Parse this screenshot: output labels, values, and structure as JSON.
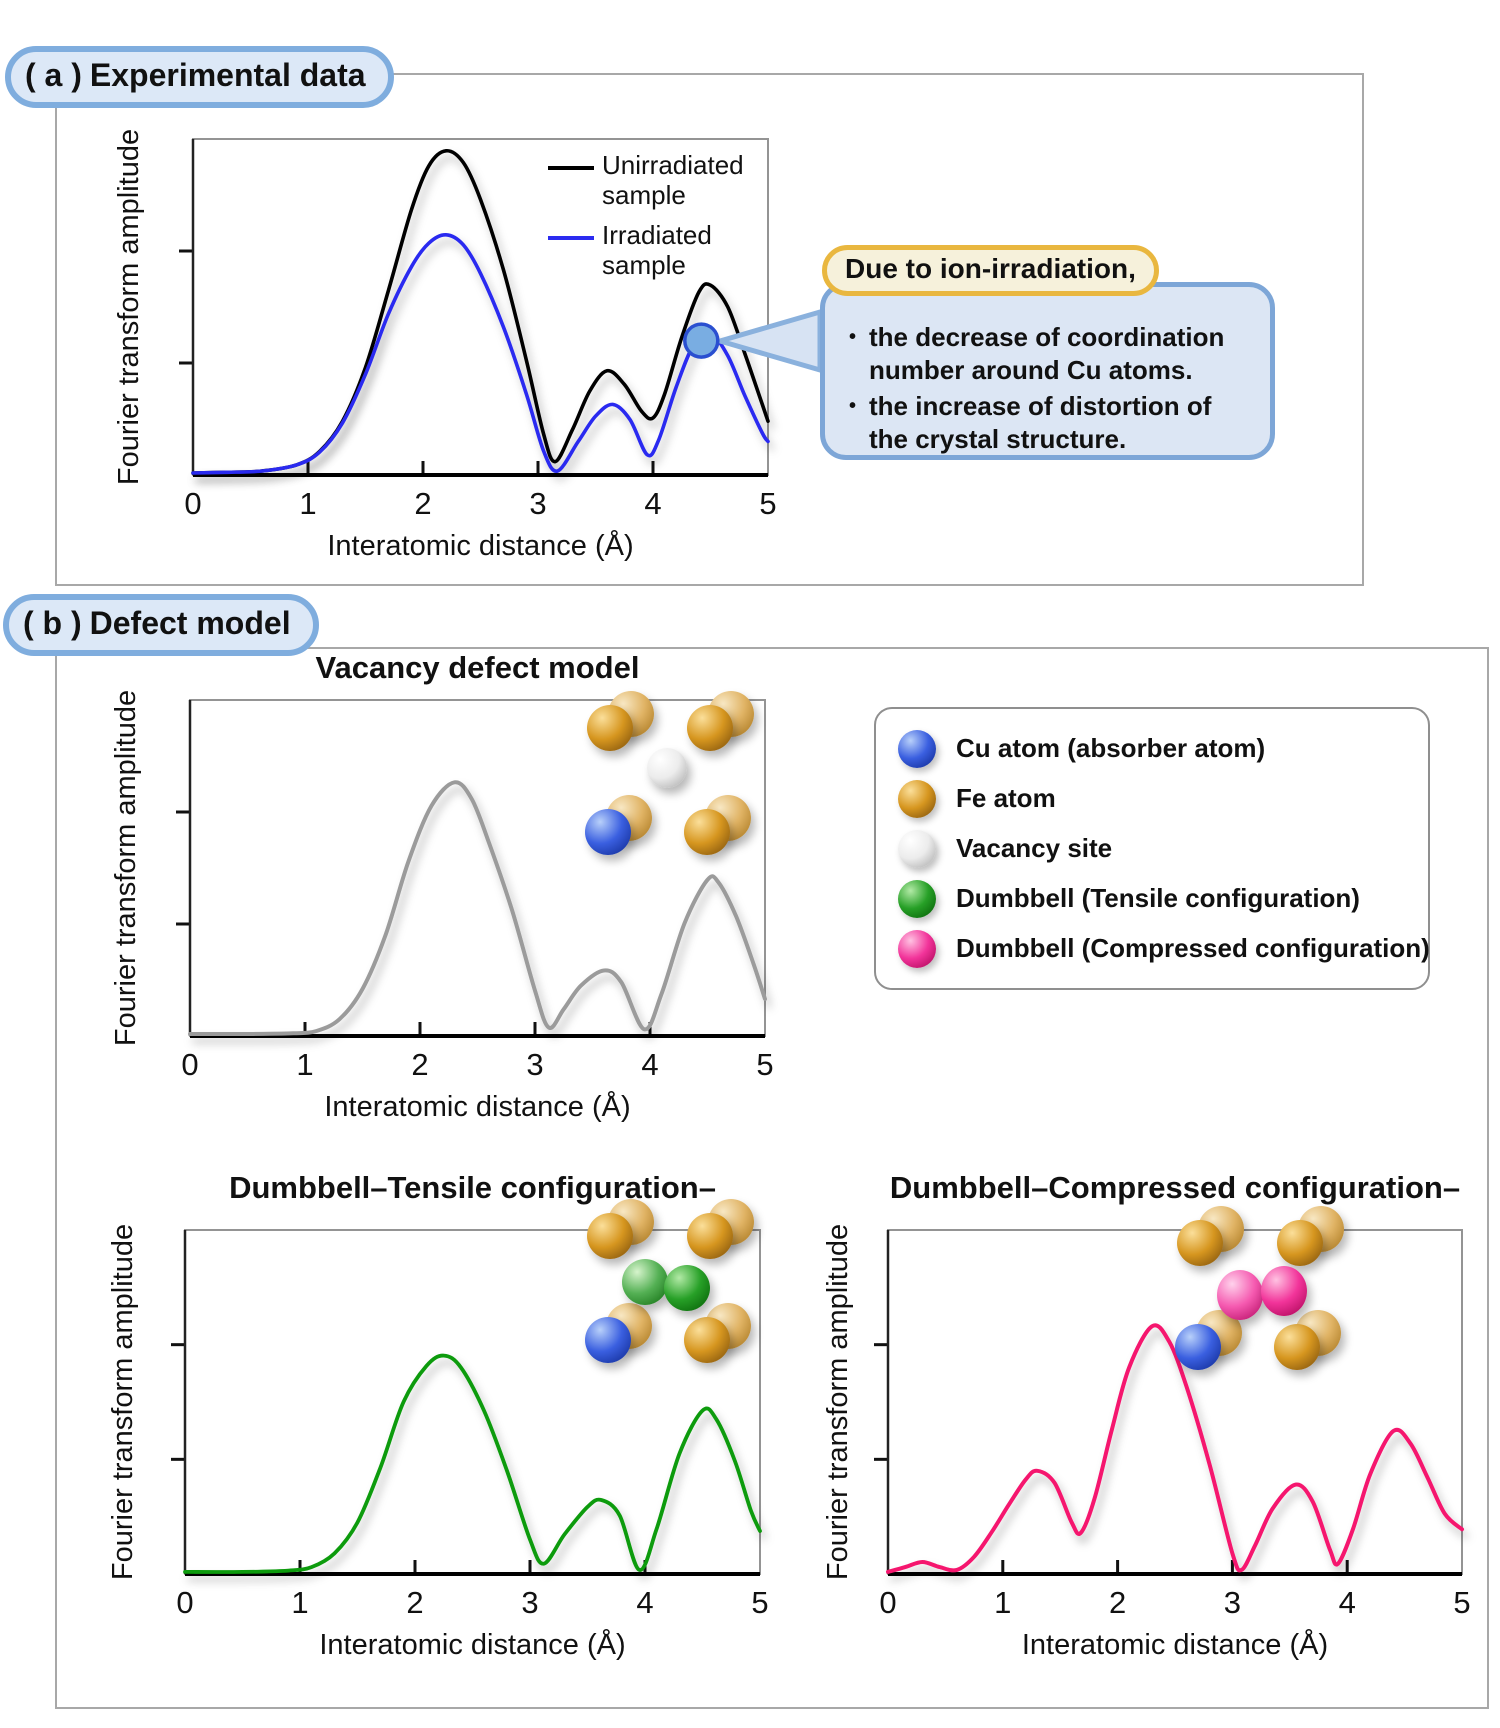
{
  "panel_a": {
    "tag": "( a )",
    "title": "Experimental data"
  },
  "panel_b": {
    "tag": "( b )",
    "title": "Defect model"
  },
  "callout": {
    "header": "Due to ion-irradiation,",
    "bullet1": "the decrease of coordination number around Cu atoms.",
    "bullet2": "the increase of distortion of the crystal structure."
  },
  "legend_b": {
    "items": [
      {
        "icon": "cu-atom-ball",
        "label": "Cu atom (absorber atom)",
        "ball": "cu"
      },
      {
        "icon": "fe-atom-ball",
        "label": "Fe atom",
        "ball": "fe_front"
      },
      {
        "icon": "vacancy-ball",
        "label": "Vacancy site",
        "ball": "vacancy"
      },
      {
        "icon": "tensile-dumbbell-ball",
        "label": "Dumbbell (Tensile configuration)",
        "ball": "green_dark"
      },
      {
        "icon": "compressed-dumbbell-ball",
        "label": "Dumbbell (Compressed configuration)",
        "ball": "pink"
      }
    ]
  },
  "chart_data": [
    {
      "id": "experimental",
      "type": "line",
      "title": "",
      "xlabel": "Interatomic distance (Å)",
      "ylabel": "Fourier transform amplitude",
      "xlim": [
        0,
        5
      ],
      "ylim": [
        0,
        1
      ],
      "x_ticks": [
        0,
        1,
        2,
        3,
        4,
        5
      ],
      "grid": false,
      "legend_position": "upper-right-inside",
      "series": [
        {
          "name": "Unirradiated sample",
          "name_lines": [
            "Unirradiated",
            "sample"
          ],
          "color": "#000000",
          "points": [
            [
              0,
              0.006
            ],
            [
              0.3,
              0.008
            ],
            [
              0.6,
              0.012
            ],
            [
              0.9,
              0.03
            ],
            [
              1.1,
              0.07
            ],
            [
              1.3,
              0.16
            ],
            [
              1.5,
              0.32
            ],
            [
              1.7,
              0.55
            ],
            [
              1.9,
              0.79
            ],
            [
              2.05,
              0.92
            ],
            [
              2.2,
              0.965
            ],
            [
              2.35,
              0.93
            ],
            [
              2.5,
              0.82
            ],
            [
              2.7,
              0.61
            ],
            [
              2.9,
              0.34
            ],
            [
              3.05,
              0.12
            ],
            [
              3.15,
              0.04
            ],
            [
              3.3,
              0.135
            ],
            [
              3.45,
              0.25
            ],
            [
              3.6,
              0.31
            ],
            [
              3.75,
              0.27
            ],
            [
              3.9,
              0.19
            ],
            [
              4.0,
              0.17
            ],
            [
              4.1,
              0.24
            ],
            [
              4.25,
              0.41
            ],
            [
              4.4,
              0.545
            ],
            [
              4.5,
              0.565
            ],
            [
              4.65,
              0.5
            ],
            [
              4.8,
              0.36
            ],
            [
              4.95,
              0.21
            ],
            [
              5,
              0.16
            ]
          ]
        },
        {
          "name": "Irradiated sample",
          "name_lines": [
            "Irradiated",
            "sample"
          ],
          "color": "#2b2bf0",
          "points": [
            [
              0,
              0.006
            ],
            [
              0.3,
              0.008
            ],
            [
              0.6,
              0.012
            ],
            [
              0.9,
              0.03
            ],
            [
              1.1,
              0.068
            ],
            [
              1.3,
              0.155
            ],
            [
              1.5,
              0.3
            ],
            [
              1.7,
              0.48
            ],
            [
              1.9,
              0.62
            ],
            [
              2.05,
              0.69
            ],
            [
              2.2,
              0.715
            ],
            [
              2.35,
              0.685
            ],
            [
              2.5,
              0.6
            ],
            [
              2.7,
              0.44
            ],
            [
              2.9,
              0.24
            ],
            [
              3.05,
              0.07
            ],
            [
              3.17,
              0.012
            ],
            [
              3.35,
              0.1
            ],
            [
              3.5,
              0.175
            ],
            [
              3.65,
              0.21
            ],
            [
              3.8,
              0.165
            ],
            [
              3.95,
              0.06
            ],
            [
              4.05,
              0.105
            ],
            [
              4.2,
              0.26
            ],
            [
              4.35,
              0.385
            ],
            [
              4.5,
              0.42
            ],
            [
              4.65,
              0.355
            ],
            [
              4.8,
              0.235
            ],
            [
              4.95,
              0.125
            ],
            [
              5,
              0.1
            ]
          ]
        }
      ],
      "annotation_marker": {
        "x": 4.42,
        "y": 0.4
      }
    },
    {
      "id": "vacancy",
      "type": "line",
      "title": "Vacancy defect model",
      "xlabel": "Interatomic distance (Å)",
      "ylabel": "Fourier transform amplitude",
      "xlim": [
        0,
        5
      ],
      "ylim": [
        0,
        1
      ],
      "x_ticks": [
        0,
        1,
        2,
        3,
        4,
        5
      ],
      "grid": false,
      "inset": "vacancy",
      "series": [
        {
          "name": "Vacancy defect model",
          "color": "#9b9b9b",
          "points": [
            [
              0,
              0.006
            ],
            [
              0.5,
              0.006
            ],
            [
              0.9,
              0.008
            ],
            [
              1.1,
              0.015
            ],
            [
              1.3,
              0.05
            ],
            [
              1.5,
              0.14
            ],
            [
              1.7,
              0.3
            ],
            [
              1.9,
              0.52
            ],
            [
              2.1,
              0.685
            ],
            [
              2.3,
              0.755
            ],
            [
              2.45,
              0.705
            ],
            [
              2.6,
              0.575
            ],
            [
              2.8,
              0.375
            ],
            [
              3.0,
              0.135
            ],
            [
              3.12,
              0.025
            ],
            [
              3.25,
              0.08
            ],
            [
              3.4,
              0.15
            ],
            [
              3.6,
              0.195
            ],
            [
              3.75,
              0.16
            ],
            [
              3.95,
              0.02
            ],
            [
              4.1,
              0.125
            ],
            [
              4.3,
              0.335
            ],
            [
              4.5,
              0.465
            ],
            [
              4.6,
              0.455
            ],
            [
              4.75,
              0.355
            ],
            [
              4.9,
              0.215
            ],
            [
              5,
              0.11
            ]
          ]
        }
      ]
    },
    {
      "id": "tensile",
      "type": "line",
      "title": "Dumbbell–Tensile configuration–",
      "xlabel": "Interatomic distance (Å)",
      "ylabel": "Fourier transform amplitude",
      "xlim": [
        0,
        5
      ],
      "ylim": [
        0,
        1
      ],
      "x_ticks": [
        0,
        1,
        2,
        3,
        4,
        5
      ],
      "grid": false,
      "inset": "tensile",
      "series": [
        {
          "name": "Dumbbell tensile configuration",
          "color": "#0a9b0a",
          "points": [
            [
              0,
              0.006
            ],
            [
              0.5,
              0.006
            ],
            [
              0.9,
              0.01
            ],
            [
              1.1,
              0.02
            ],
            [
              1.3,
              0.06
            ],
            [
              1.5,
              0.15
            ],
            [
              1.7,
              0.31
            ],
            [
              1.9,
              0.5
            ],
            [
              2.1,
              0.605
            ],
            [
              2.25,
              0.635
            ],
            [
              2.4,
              0.6
            ],
            [
              2.6,
              0.475
            ],
            [
              2.8,
              0.3
            ],
            [
              3.0,
              0.1
            ],
            [
              3.12,
              0.03
            ],
            [
              3.3,
              0.115
            ],
            [
              3.5,
              0.195
            ],
            [
              3.62,
              0.215
            ],
            [
              3.78,
              0.17
            ],
            [
              3.95,
              0.012
            ],
            [
              4.1,
              0.13
            ],
            [
              4.3,
              0.35
            ],
            [
              4.5,
              0.475
            ],
            [
              4.62,
              0.45
            ],
            [
              4.78,
              0.33
            ],
            [
              4.92,
              0.185
            ],
            [
              5,
              0.125
            ]
          ]
        }
      ]
    },
    {
      "id": "compressed",
      "type": "line",
      "title": "Dumbbell–Compressed configuration–",
      "xlabel": "Interatomic distance (Å)",
      "ylabel": "Fourier transform amplitude",
      "xlim": [
        0,
        5
      ],
      "ylim": [
        0,
        1
      ],
      "x_ticks": [
        0,
        1,
        2,
        3,
        4,
        5
      ],
      "grid": false,
      "inset": "compressed",
      "series": [
        {
          "name": "Dumbbell compressed configuration",
          "color": "#f5156e",
          "points": [
            [
              0,
              0.006
            ],
            [
              0.15,
              0.02
            ],
            [
              0.3,
              0.035
            ],
            [
              0.45,
              0.02
            ],
            [
              0.6,
              0.012
            ],
            [
              0.75,
              0.05
            ],
            [
              0.9,
              0.12
            ],
            [
              1.05,
              0.2
            ],
            [
              1.2,
              0.275
            ],
            [
              1.3,
              0.3
            ],
            [
              1.45,
              0.265
            ],
            [
              1.6,
              0.15
            ],
            [
              1.68,
              0.12
            ],
            [
              1.8,
              0.22
            ],
            [
              1.95,
              0.42
            ],
            [
              2.1,
              0.6
            ],
            [
              2.3,
              0.72
            ],
            [
              2.45,
              0.675
            ],
            [
              2.6,
              0.545
            ],
            [
              2.8,
              0.32
            ],
            [
              3.0,
              0.06
            ],
            [
              3.08,
              0.012
            ],
            [
              3.2,
              0.085
            ],
            [
              3.35,
              0.19
            ],
            [
              3.55,
              0.26
            ],
            [
              3.7,
              0.21
            ],
            [
              3.85,
              0.07
            ],
            [
              3.92,
              0.03
            ],
            [
              4.05,
              0.13
            ],
            [
              4.2,
              0.29
            ],
            [
              4.4,
              0.415
            ],
            [
              4.55,
              0.38
            ],
            [
              4.7,
              0.28
            ],
            [
              4.85,
              0.175
            ],
            [
              5,
              0.13
            ]
          ]
        }
      ]
    }
  ],
  "clusters": {
    "vacancy": {
      "pairs": [
        {
          "pos": "top-left",
          "front": "fe_front",
          "back": "fe_back"
        },
        {
          "pos": "top-right",
          "front": "fe_front",
          "back": "fe_back"
        },
        {
          "pos": "bottom-left",
          "front": "cu",
          "back": "fe_back"
        },
        {
          "pos": "bottom-right",
          "front": "fe_front",
          "back": "fe_back"
        }
      ],
      "center": [
        "vacancy"
      ]
    },
    "tensile": {
      "pairs": [
        {
          "pos": "top-left",
          "front": "fe_front",
          "back": "fe_back"
        },
        {
          "pos": "top-right",
          "front": "fe_front",
          "back": "fe_back"
        },
        {
          "pos": "bottom-left",
          "front": "cu",
          "back": "fe_back"
        },
        {
          "pos": "bottom-right",
          "front": "fe_front",
          "back": "fe_back"
        }
      ],
      "center": [
        "green_light",
        "green_dark"
      ]
    },
    "compressed": {
      "pairs": [
        {
          "pos": "top-left",
          "front": "fe_front",
          "back": "fe_back"
        },
        {
          "pos": "top-right",
          "front": "fe_front",
          "back": "fe_back"
        },
        {
          "pos": "bottom-left",
          "front": "cu",
          "back": "fe_back"
        },
        {
          "pos": "bottom-right",
          "front": "fe_front",
          "back": "fe_back"
        }
      ],
      "center": [
        "pink_light",
        "pink"
      ]
    }
  },
  "colors": {
    "pill_fill": "#dce8f7",
    "pill_border": "#7fadde",
    "panel_border": "#a8a8a8",
    "callout_fill": "#dce6f4",
    "callout_border": "#7da6d7",
    "callout_header_fill": "#f6f1db",
    "callout_header_border": "#e9b73f",
    "marker_dot_fill": "#79ade2",
    "marker_dot_ring": "#2a4fd0",
    "curve_unirradiated": "#000000",
    "curve_irradiated": "#2b2bf0",
    "curve_vacancy": "#9b9b9b",
    "curve_tensile": "#0a9b0a",
    "curve_compressed": "#f5156e",
    "atoms": {
      "fe_front": [
        "#fbdf9a",
        "#d6961f",
        "#8a5a0e"
      ],
      "fe_back": [
        "#f8e8c4",
        "#e0b364",
        "#b07f28"
      ],
      "cu": [
        "#b8d0fa",
        "#3a5fe0",
        "#16329e"
      ],
      "vacancy": [
        "#ffffff",
        "#ececec",
        "#b5b5b5"
      ],
      "green_light": [
        "#d6f4cc",
        "#54b054",
        "#1d7a1d"
      ],
      "green_dark": [
        "#b2eaa6",
        "#27a027",
        "#0a680a"
      ],
      "pink": [
        "#ffc2e2",
        "#f2349a",
        "#b50c60"
      ],
      "pink_light": [
        "#ffd2ec",
        "#f55ab0",
        "#c01870"
      ]
    }
  }
}
